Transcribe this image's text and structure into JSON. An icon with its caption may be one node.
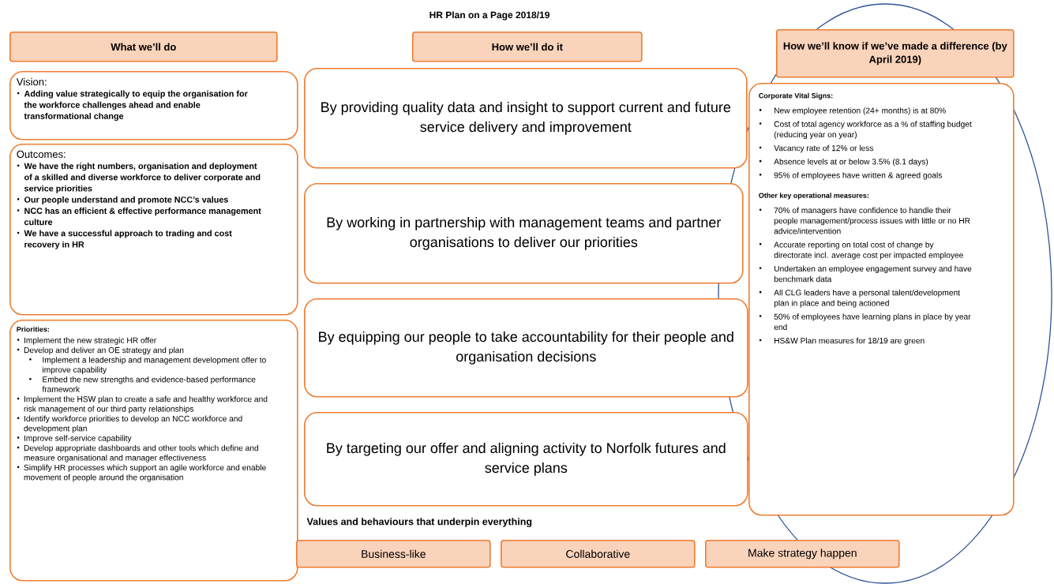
{
  "diagram": {
    "title": "HR Plan on a Page 2018/19",
    "nodes": [
      {
        "text": [
          "What we’ll do"
        ]
      },
      {
        "text": [
          "How we’ll do it"
        ]
      },
      {
        "text": [
          "How we’ll know if we’ve made a difference (by April 2019)"
        ]
      },
      {
        "text": [
          "Vision:",
          "Adding value strategically to equip the organisation for the workforce challenges ahead and enable transformational change"
        ]
      },
      {
        "text": [
          "Outcomes:",
          "We have the right numbers, organisation and deployment of a skilled and diverse workforce to deliver corporate and service priorities",
          "Our people understand and promote NCC’s values",
          "NCC has an efficient & effective performance management culture",
          "We have a successful approach to trading and cost recovery in HR"
        ]
      },
      {
        "text": [
          "Priorities:",
          "Implement the new strategic HR offer",
          "Develop and deliver an OE strategy and plan",
          "Implement a leadership and management development offer to improve capability",
          "Embed the new strengths and evidence-based performance framework",
          "Implement the HSW plan to create a safe and healthy workforce and risk management of our third party relationships",
          "Identify workforce priorities to develop an NCC workforce and development plan",
          "Improve self-service capability",
          "Develop appropriate dashboards and other tools which define and measure organisational and manager effectiveness",
          "Simplify HR processes which support an agile workforce and enable movement of people around the organisation"
        ]
      },
      {
        "text": [
          "By providing quality data and insight to support current and future service delivery and improvement"
        ]
      },
      {
        "text": [
          "By working in partnership with management teams and partner organisations to deliver our priorities"
        ]
      },
      {
        "text": [
          "By equipping our people to take accountability for their people and organisation decisions"
        ]
      },
      {
        "text": [
          "By targeting our offer and aligning activity to Norfolk futures and service plans"
        ]
      },
      {
        "text": [
          "Corporate Vital Signs:",
          "New employee retention (24+ months) is at 80%",
          "Cost of total agency workforce as a % of staffing budget (reducing year on year)",
          "Vacancy rate of 12% or less",
          "Absence levels at or below 3.5% (8.1 days)",
          "95% of employees have written & agreed goals",
          "Other key operational measures:",
          "70% of managers have confidence to handle their people management/process issues with little or no HR advice/intervention",
          "Accurate reporting on total cost of change by directorate incl. average cost per impacted employee",
          "Undertaken an employee engagement survey and have benchmark data",
          "All CLG leaders have a personal talent/development plan in place and being actioned",
          "50% of employees have learning plans in place by year end",
          "HS&W Plan measures for 18/19 are green"
        ]
      },
      {
        "text": [
          "Business-like"
        ]
      },
      {
        "text": [
          "Collaborative"
        ]
      },
      {
        "text": [
          "Make strategy happen"
        ]
      }
    ],
    "labels": [
      "Values and behaviours that underpin everything"
    ]
  }
}
